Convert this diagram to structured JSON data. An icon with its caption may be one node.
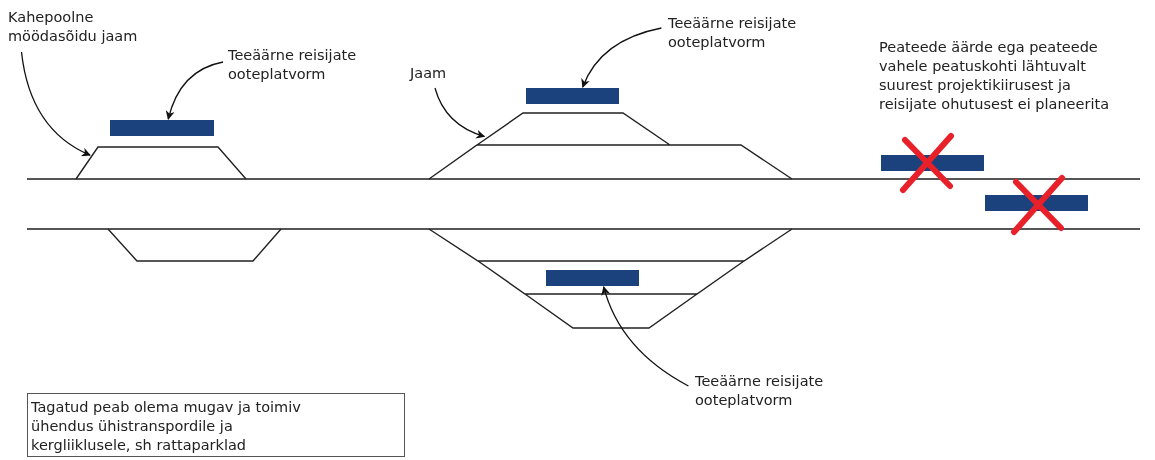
{
  "diagram": {
    "nodes": [
      {
        "text": [
          "Kahepoolne möödasõidu jaam"
        ]
      },
      {
        "text": [
          "Teeäärne reisijate ooteplatvorm"
        ]
      },
      {
        "text": [
          "Jaam"
        ]
      },
      {
        "text": [
          "Teeäärne reisijate ooteplatvorm"
        ]
      },
      {
        "text": [
          "Peateede äärde ega peateede vahele peatuskohti lähtuvalt suurest projektikiirusest ja reisijate ohutusest ei planeerita"
        ]
      },
      {
        "text": [
          "Teeäärne reisijate ooteplatvorm"
        ]
      },
      {
        "text": [
          "Tagatud peab olema mugav ja toimiv ühendus ühistranspordile ja kergliiklusele, sh rattaparklad"
        ]
      },
      {
        "text": [],
        "shape": "bar"
      },
      {
        "text": [],
        "shape": "bar"
      },
      {
        "text": [],
        "shape": "bar"
      },
      {
        "text": [],
        "shape": "bar"
      },
      {
        "text": [],
        "shape": "bar"
      },
      {
        "text": [],
        "shape": "trapezoid"
      },
      {
        "text": [],
        "shape": "trapezoid"
      }
    ],
    "edges": [
      {
        "from": 0,
        "to": 12,
        "arrow": "to"
      },
      {
        "from": 1,
        "to": 7,
        "arrow": "to"
      },
      {
        "from": 2,
        "to": 13,
        "arrow": "to"
      },
      {
        "from": 3,
        "to": 8,
        "arrow": "to"
      },
      {
        "from": 5,
        "to": 9,
        "arrow": "to"
      }
    ]
  }
}
